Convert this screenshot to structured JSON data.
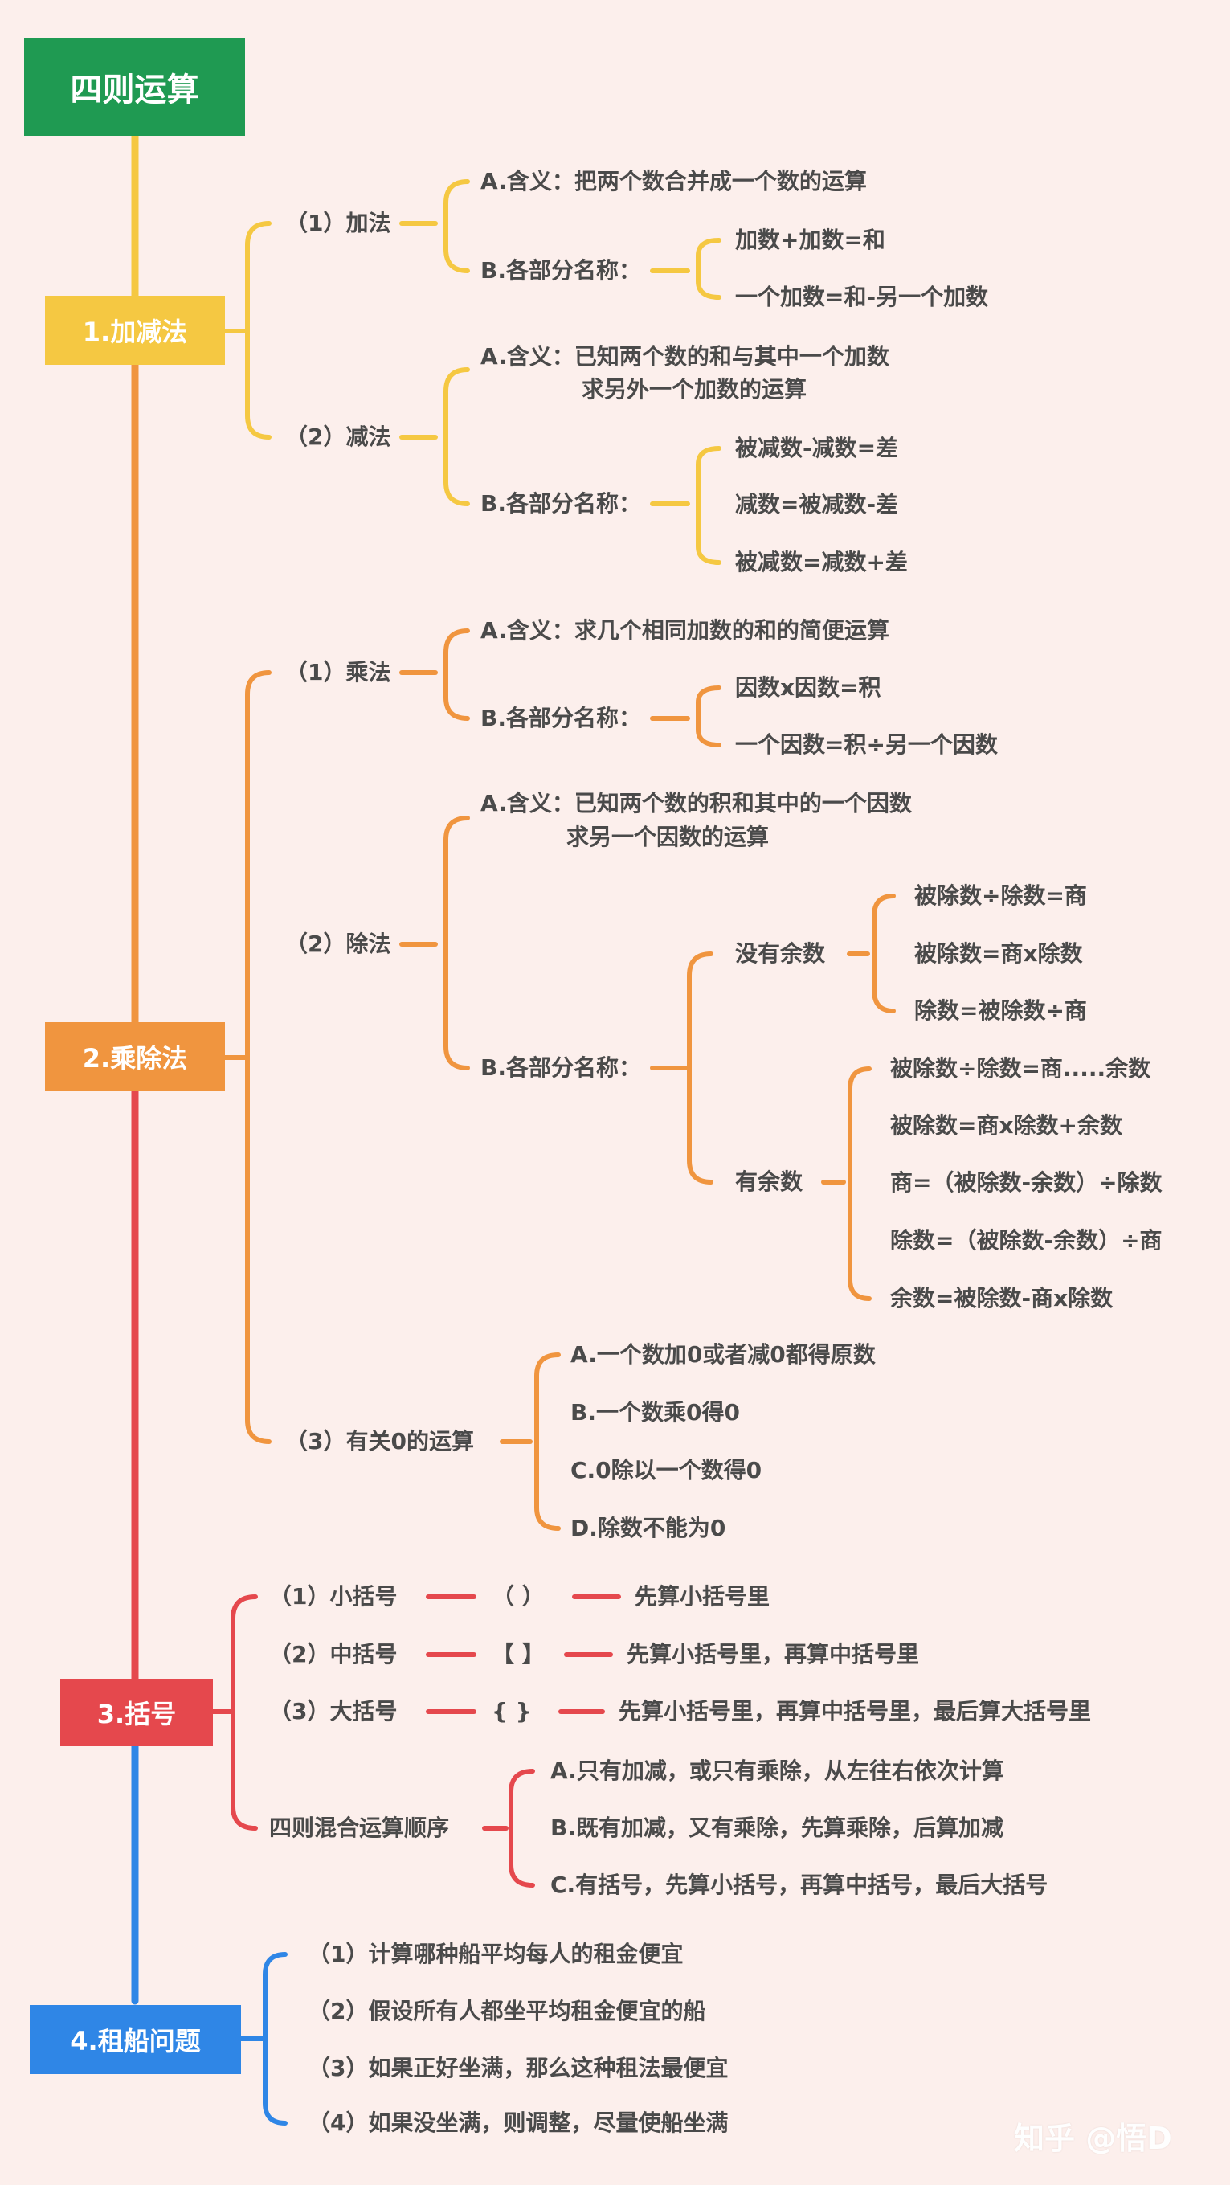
{
  "colors": {
    "green": "#1f9a52",
    "yellow": "#f5c842",
    "orange": "#f0953f",
    "red": "#e5484d",
    "blue": "#2f86e6",
    "background": "#fcefec",
    "text": "#4a4a4a"
  },
  "root": "四则运算",
  "s1": {
    "title": "1.加减法",
    "add": {
      "label": "（1）加法",
      "meaning": "A.含义：把两个数合并成一个数的运算",
      "parts": "B.各部分名称：",
      "f1": "加数+加数=和",
      "f2": "一个加数=和-另一个加数"
    },
    "sub": {
      "label": "（2）减法",
      "meaning1": "A.含义：已知两个数的和与其中一个加数",
      "meaning2": "求另外一个加数的运算",
      "parts": "B.各部分名称：",
      "f1": "被减数-减数=差",
      "f2": "减数=被减数-差",
      "f3": "被减数=减数+差"
    }
  },
  "s2": {
    "title": "2.乘除法",
    "mul": {
      "label": "（1）乘法",
      "meaning": "A.含义：求几个相同加数的和的简便运算",
      "parts": "B.各部分名称：",
      "f1": "因数x因数=积",
      "f2": "一个因数=积÷另一个因数"
    },
    "div": {
      "label": "（2）除法",
      "meaning1": "A.含义：已知两个数的积和其中的一个因数",
      "meaning2": "求另一个因数的运算",
      "parts": "B.各部分名称：",
      "noRem": "没有余数",
      "nr1": "被除数÷除数=商",
      "nr2": "被除数=商x除数",
      "nr3": "除数=被除数÷商",
      "rem": "有余数",
      "r1": "被除数÷除数=商.....余数",
      "r2": "被除数=商x除数+余数",
      "r3": "商=（被除数-余数）÷除数",
      "r4": "除数=（被除数-余数）÷商",
      "r5": "余数=被除数-商x除数"
    },
    "zero": {
      "label": "（3）有关0的运算",
      "a": "A.一个数加0或者减0都得原数",
      "b": "B.一个数乘0得0",
      "c": "C.0除以一个数得0",
      "d": "D.除数不能为0"
    }
  },
  "s3": {
    "title": "3.括号",
    "small": {
      "label": "（1）小括号",
      "sym": "（ ）",
      "rule": "先算小括号里"
    },
    "mid": {
      "label": "（2）中括号",
      "sym": "【 】",
      "rule": "先算小括号里，再算中括号里"
    },
    "big": {
      "label": "（3）大括号",
      "sym": "{ }",
      "rule": "先算小括号里，再算中括号里，最后算大括号里"
    },
    "order": {
      "label": "四则混合运算顺序",
      "a": "A.只有加减，或只有乘除，从左往右依次计算",
      "b": "B.既有加减，又有乘除，先算乘除，后算加减",
      "c": "C.有括号，先算小括号，再算中括号，最后大括号"
    }
  },
  "s4": {
    "title": "4.租船问题",
    "i1": "（1）计算哪种船平均每人的租金便宜",
    "i2": "（2）假设所有人都坐平均租金便宜的船",
    "i3": "（3）如果正好坐满，那么这种租法最便宜",
    "i4": "（4）如果没坐满，则调整，尽量使船坐满"
  },
  "watermark": "知乎 @悟D"
}
